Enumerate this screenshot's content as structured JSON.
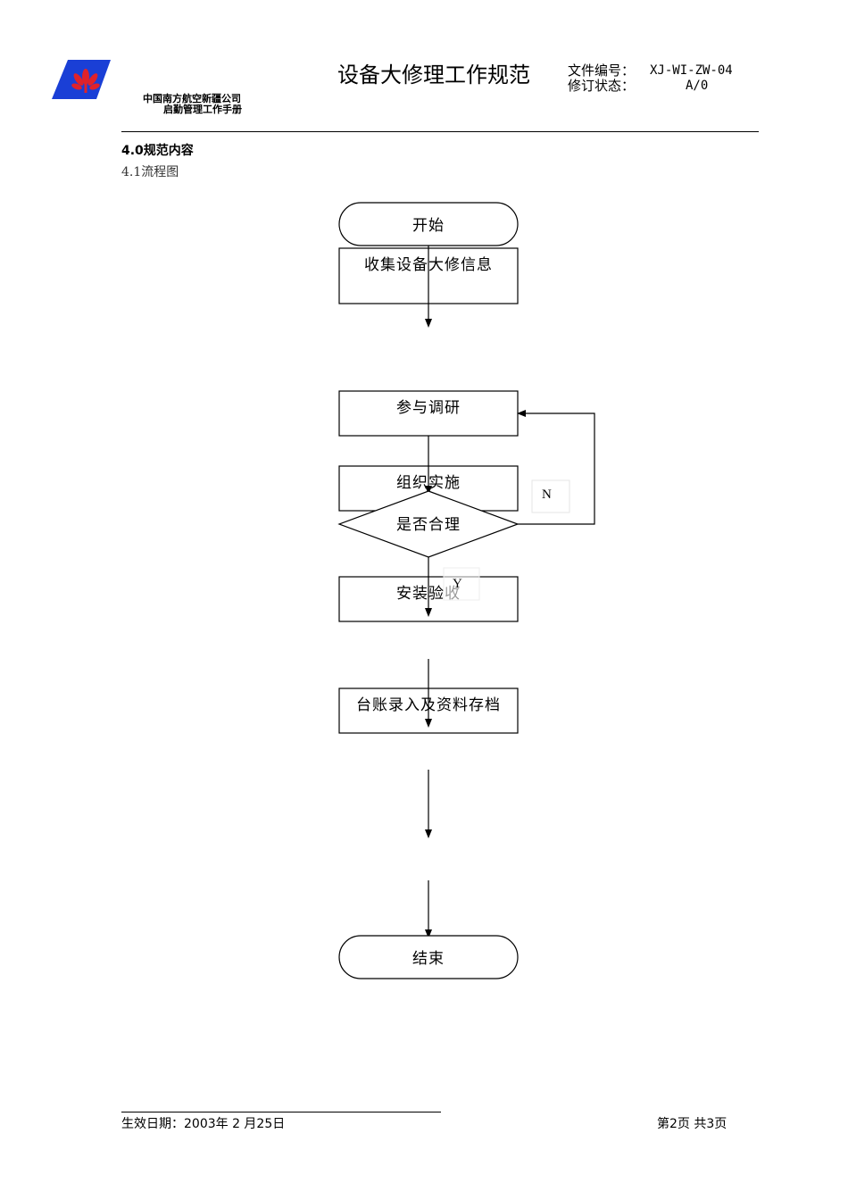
{
  "header": {
    "company_name": "中国南方航空新疆公司",
    "manual_name": "启勤管理工作手册",
    "doc_title": "设备大修理工作规范",
    "doc_number_label": "文件编号：",
    "doc_number_value": "XJ-WI-ZW-04",
    "revision_label": "修订状态：",
    "revision_value": "A/0"
  },
  "content": {
    "section_heading": "4.0规范内容",
    "subsection_heading": "4.1流程图"
  },
  "flowchart": {
    "start": "开始",
    "step1": "收集设备大修信息",
    "step2": "参与调研",
    "step3": "组织实施",
    "decision": "是否合理",
    "label_no": "N",
    "label_yes": "Y",
    "step4": "安装验收",
    "step5": "台账录入及资料存档",
    "end": "结束"
  },
  "footer": {
    "effective_date": "生效日期：2003年 2 月25日",
    "page_info": "第2页  共3页"
  },
  "colors": {
    "logo_blue": "#1a3fd6",
    "logo_red": "#e0222a"
  }
}
